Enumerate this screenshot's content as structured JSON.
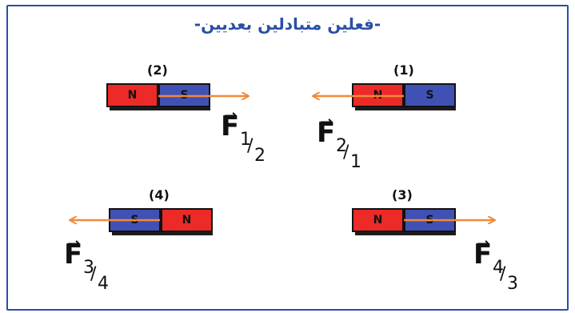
{
  "title": "-فعلين متبادلين بعديين-",
  "colors": {
    "border": "#2a4fa5",
    "north": "#ec2a27",
    "south": "#4051b4",
    "arrow": "#f08a3c"
  },
  "magnets": [
    {
      "id": "m1",
      "number": "(1)",
      "left_pole": "N",
      "right_pole": "S",
      "force": {
        "letter": "F",
        "num": "2",
        "den": "1"
      }
    },
    {
      "id": "m2",
      "number": "(2)",
      "left_pole": "N",
      "right_pole": "S",
      "force": {
        "letter": "F",
        "num": "1",
        "den": "2"
      }
    },
    {
      "id": "m3",
      "number": "(3)",
      "left_pole": "N",
      "right_pole": "S",
      "force": {
        "letter": "F",
        "num": "4",
        "den": "3"
      }
    },
    {
      "id": "m4",
      "number": "(4)",
      "left_pole": "S",
      "right_pole": "N",
      "force": {
        "letter": "F",
        "num": "3",
        "den": "4"
      }
    }
  ]
}
